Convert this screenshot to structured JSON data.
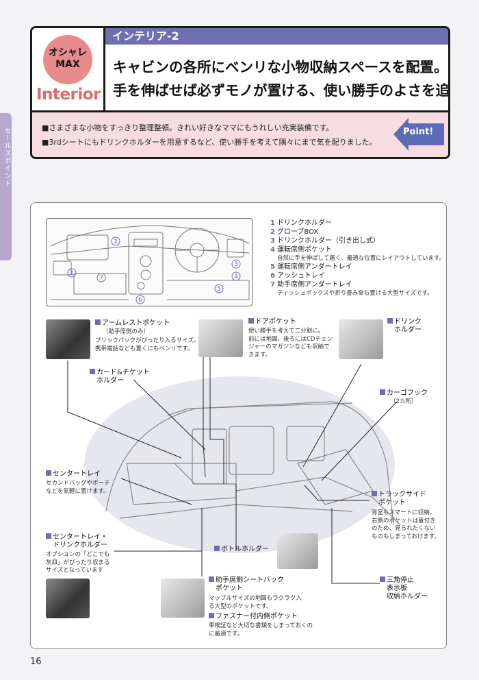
{
  "side_tab": "セールスポイント",
  "badge": {
    "line1": "オシャレ",
    "line2": "MAX",
    "interior": "Interior"
  },
  "section_title": "インテリア-2",
  "headline": [
    "キャビンの各所にベンリな小物収納スペースを配置。",
    "手を伸ばせば必ずモノが置ける、使い勝手のよさを追求。"
  ],
  "bullets": [
    "■さまざまな小物をすっきり整理整頓。きれい好きなママにもうれしい充実装備です。",
    "■3rdシートにもドリンクホルダーを用意するなど、使い勝手を考えて隅々にまで気を配りました。"
  ],
  "point_label": "Point!",
  "legend": [
    {
      "num": "1",
      "label": "ドリンクホルダー"
    },
    {
      "num": "2",
      "label": "グローブBOX"
    },
    {
      "num": "3",
      "label": "ドリンクホルダー（引き出し式）"
    },
    {
      "num": "4",
      "label": "運転席側ポケット",
      "sub": "自然に手を伸ばして届く、最適な位置にレイアウトしています。"
    },
    {
      "num": "5",
      "label": "運転席側アンダートレイ"
    },
    {
      "num": "6",
      "label": "アッシュトレイ"
    },
    {
      "num": "7",
      "label": "助手席側アンダートレイ",
      "sub": "ティッシュボックスや折り畳み傘も置ける大型サイズです。"
    }
  ],
  "dash_numbers": [
    "1",
    "2",
    "3",
    "4",
    "5",
    "6",
    "7"
  ],
  "callouts": {
    "armrest": {
      "title": "アームレストポケット",
      "sub": "（助手席側のみ）",
      "desc": [
        "ブリックパックがぴったり入るサイズ。",
        "携帯電話なども置くにもベンリです。"
      ]
    },
    "door": {
      "title": "ドアポケット",
      "desc": [
        "使い勝手を考えて二分割に。",
        "前には地図、後ろにはCDチェン",
        "ジャーのマガジンなども収納で",
        "きます。"
      ]
    },
    "drink": {
      "title": [
        "ドリンク",
        "ホルダー"
      ]
    },
    "card": {
      "title": [
        "カード&チケット",
        "ホルダー"
      ]
    },
    "cargo": {
      "title": "カーゴフック",
      "sub": "（2カ所）"
    },
    "center_tray": {
      "title": "センタートレイ",
      "desc": [
        "セカンドバッグやポーチ",
        "などを気軽に置けます。"
      ]
    },
    "truck": {
      "title": [
        "トラックサイド",
        "ポケット"
      ],
      "desc": [
        "背室もスマートに収納。",
        "右側のポケットは蓋付き",
        "のため、見られたくない",
        "ものもしまっておけます。"
      ]
    },
    "center_drink": {
      "title": [
        "センタートレイ・",
        "ドリンクホルダー"
      ],
      "desc": [
        "オプションの「どこでも",
        "灰皿」がぴったり収まる",
        "サイズとなっています"
      ]
    },
    "bottle": {
      "title": "ボトルホルダー"
    },
    "triangle": {
      "title": [
        "三角停止",
        "表示板",
        "収納ホルダー"
      ]
    },
    "seatback": {
      "title": [
        "助手席側シートバック",
        "ポケット"
      ],
      "desc": [
        "マップルサイズの地図もラクラク入",
        "る大型のポケットです。"
      ]
    },
    "fastener": {
      "title": "ファスナー付内側ポケット",
      "desc": [
        "車検証など大切な書類をしまっておくの",
        "に最適です。"
      ]
    }
  },
  "page_number": "16",
  "colors": {
    "accent": "#6e6fae",
    "badge": "#e98a8c",
    "pink_band": "#f7dde2",
    "side_tab": "#b8a6cf"
  }
}
